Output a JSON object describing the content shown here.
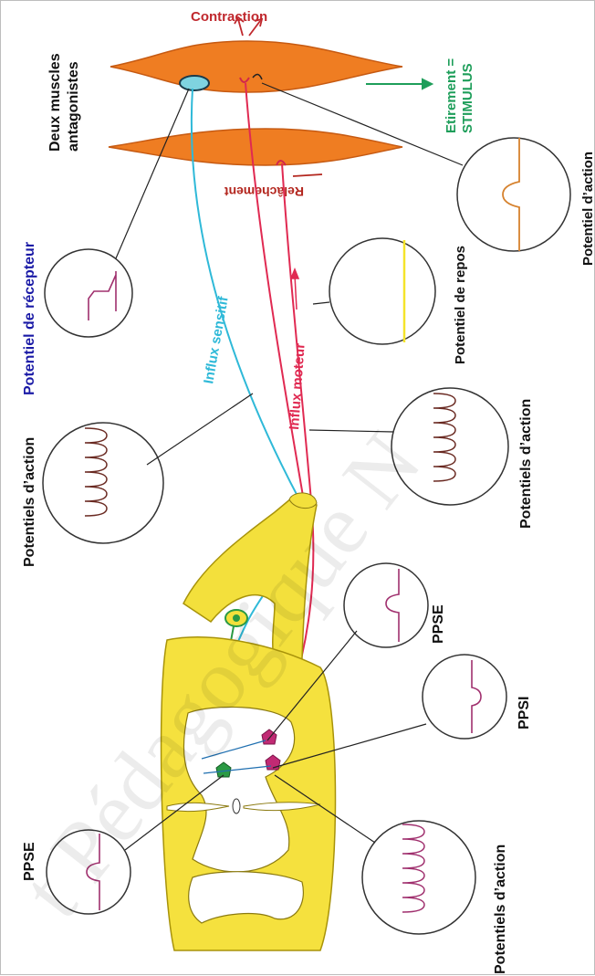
{
  "labels": {
    "contraction": "Contraction",
    "muscles": "Deux muscles antagonistes",
    "muscles_line1": "Deux muscles",
    "muscles_line2": "antagonistes",
    "stretch_line1": "Etirement =",
    "stretch_line2": "STIMULUS",
    "relaxation": "Relâchement",
    "receptor_potential": "Potentiel de récepteur",
    "sensory_influx": "Influx sensitif",
    "motor_influx": "Influx moteur",
    "resting_potential": "Potentiel de repos",
    "action_potentials_1": "Potentiels d’action",
    "action_potentials_2": "Potentiels d’action",
    "action_potentials_3": "Potentiels d’action",
    "action_potentials_4": "Potentiel d’action",
    "ppse_1": "PPSE",
    "ppse_2": "PPSE",
    "ppsi": "PPSI",
    "watermark": "t Pédagogique N"
  },
  "colors": {
    "contraction": "#c0282d",
    "stretch": "#1e9e5a",
    "relaxation": "#b3261e",
    "receptor": "#1a1aa6",
    "sensory": "#2fb9d8",
    "motor": "#e02a52",
    "muscle": "#f08a2a",
    "spinal_cord": "#f3e03c",
    "resting_trace": "#f5e42a",
    "trace_purple": "#a0306e",
    "trace_brown": "#6a2a22",
    "trace_orange": "#d6822e"
  }
}
